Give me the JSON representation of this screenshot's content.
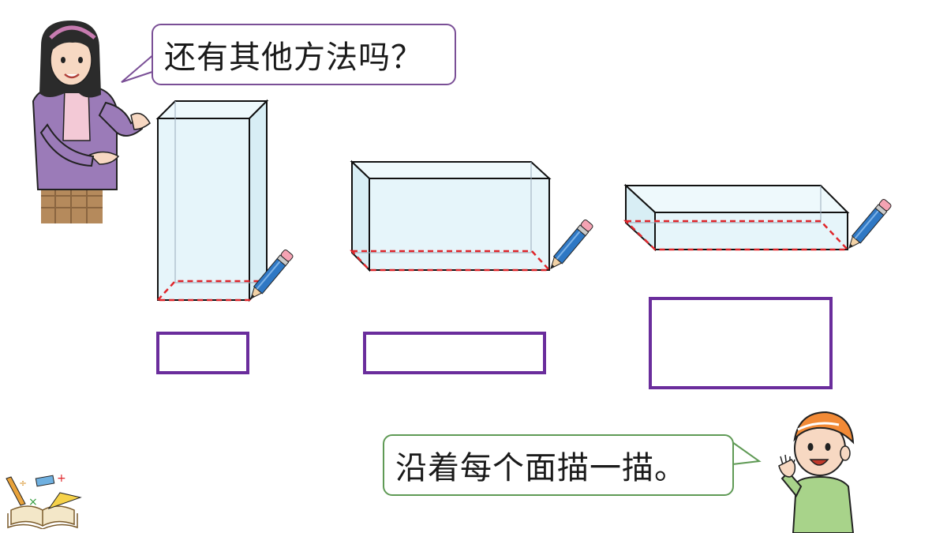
{
  "teacher_speech": "还有其他方法吗？",
  "boy_speech": "沿着每个面描一描。",
  "colors": {
    "purple_outline": "#6a2d9c",
    "box_fill": "#e6f5fa",
    "dashed_trace": "#e0262b",
    "teacher_bubble_border": "#7a4f96",
    "boy_bubble_border": "#5f9a55"
  },
  "icons": [
    "teacher-illustration",
    "boy-illustration",
    "pencil-icon",
    "stationery-book-icon"
  ]
}
